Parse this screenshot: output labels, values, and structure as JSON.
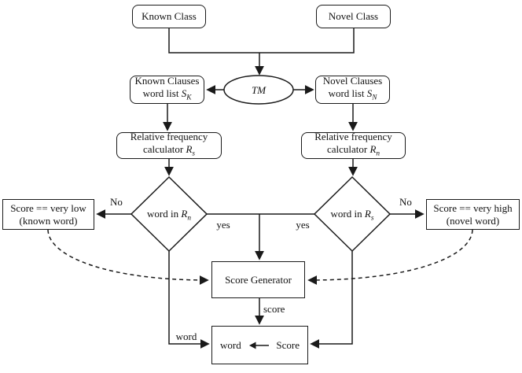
{
  "diagram": {
    "colors": {
      "background": "#ffffff",
      "line": "#1a1a1a",
      "text": "#111111"
    },
    "nodes": {
      "known_class": {
        "label": "Known Class"
      },
      "novel_class": {
        "label": "Novel Class"
      },
      "tm": {
        "label": "TM"
      },
      "known_clauses": {
        "line1": "Known Clauses",
        "line2": "word list ",
        "symbol": "S",
        "sub": "K"
      },
      "novel_clauses": {
        "line1": "Novel Clauses",
        "line2": "word list ",
        "symbol": "S",
        "sub": "N"
      },
      "rf_left": {
        "line1": "Relative frequency",
        "line2": "calculator ",
        "symbol": "R",
        "sub": "s"
      },
      "rf_right": {
        "line1": "Relative frequency",
        "line2": "calculator ",
        "symbol": "R",
        "sub": "n"
      },
      "decision_left": {
        "text": "word in ",
        "symbol": "R",
        "sub": "n"
      },
      "decision_right": {
        "text": "word in ",
        "symbol": "R",
        "sub": "s"
      },
      "score_low": {
        "line1": "Score == very low",
        "line2": "(known word)"
      },
      "score_high": {
        "line1": "Score == very high",
        "line2": "(novel word)"
      },
      "score_generator": {
        "label": "Score Generator"
      },
      "word_score": {
        "left": "word",
        "right": "Score"
      }
    },
    "edge_labels": {
      "no_left": "No",
      "no_right": "No",
      "yes_left": "yes",
      "yes_right": "yes",
      "score": "score",
      "word": "word"
    }
  }
}
